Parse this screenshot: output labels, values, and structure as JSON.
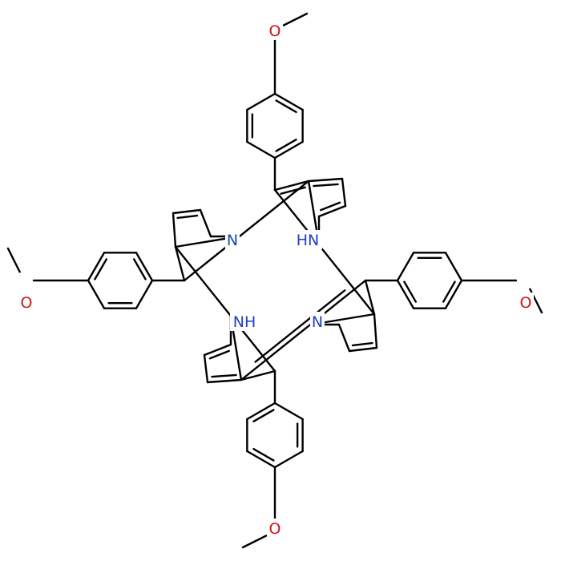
{
  "molecule": {
    "atom_labels": {
      "n_top_left": "N",
      "nh_top_right": "HN",
      "nh_bottom_left": "NH",
      "n_bottom_right": "N",
      "o_top": "O",
      "o_left": "O",
      "o_right": "O",
      "o_bottom": "O"
    },
    "colors": {
      "bond": "#000000",
      "nitrogen": "#1f3fbf",
      "oxygen": "#d11414",
      "background": "#ffffff"
    }
  }
}
